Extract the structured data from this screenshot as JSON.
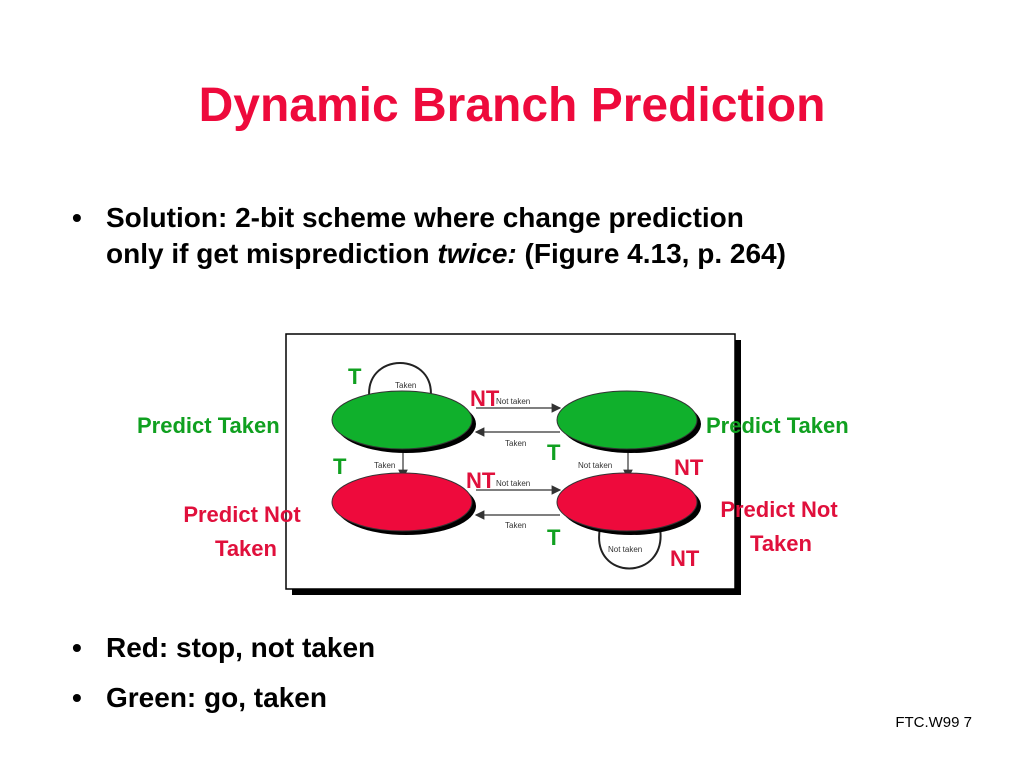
{
  "slide": {
    "title": "Dynamic Branch Prediction",
    "footer": "FTC.W99 7"
  },
  "bullets": {
    "b1_line1": "Solution: 2-bit scheme where change prediction",
    "b1_line2_pre": "only if get misprediction ",
    "b1_line2_em": "twice:",
    "b1_line2_post": " (Figure 4.13, p. 264)",
    "b2": "Red: stop, not taken",
    "b3": "Green: go, taken"
  },
  "diagram": {
    "colors": {
      "taken": "#10b02c",
      "not_taken": "#ee0a3c",
      "label_red": "#e0103c",
      "label_green": "#10a020"
    },
    "labels": {
      "left_top": "Predict Taken",
      "right_top": "Predict Taken",
      "left_bottom_1": "Predict Not",
      "left_bottom_2": "Taken",
      "right_bottom_1": "Predict Not",
      "right_bottom_2": "Taken"
    },
    "transitions": {
      "t_loop_top": "T",
      "nt_top": "NT",
      "t_mid_right": "T",
      "t_left_vertical": "T",
      "nt_mid": "NT",
      "nt_right_vertical": "NT",
      "t_bottom": "T",
      "nt_loop_bottom": "NT"
    },
    "small_labels": {
      "loop_top": "Taken",
      "arrow1": "Not taken",
      "arrow2": "Taken",
      "left_v": "Taken",
      "right_v": "Not taken",
      "arrow3": "Not taken",
      "arrow4": "Taken",
      "loop_bottom": "Not taken"
    }
  }
}
